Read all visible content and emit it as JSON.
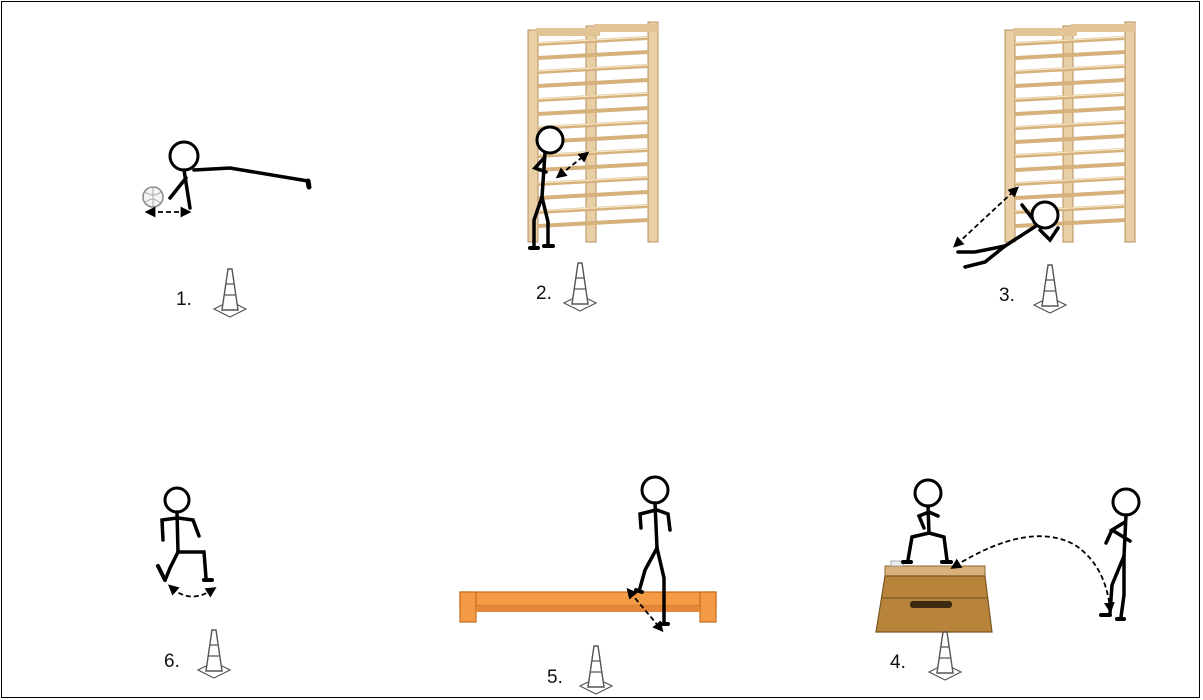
{
  "stations": [
    {
      "number": "1.",
      "activity": "ball-dribble"
    },
    {
      "number": "2.",
      "activity": "wall-bars-climb"
    },
    {
      "number": "3.",
      "activity": "wall-bars-pull-up"
    },
    {
      "number": "4.",
      "activity": "box-jump"
    },
    {
      "number": "5.",
      "activity": "bench-step"
    },
    {
      "number": "6.",
      "activity": "jumping-jack"
    }
  ],
  "colors": {
    "stroke": "#000000",
    "wood_light": "#f2dcb4",
    "wood_dark": "#d8b684",
    "bench_orange": "#f39a45",
    "box_brown": "#b8843c",
    "cone_outline": "#555555"
  }
}
